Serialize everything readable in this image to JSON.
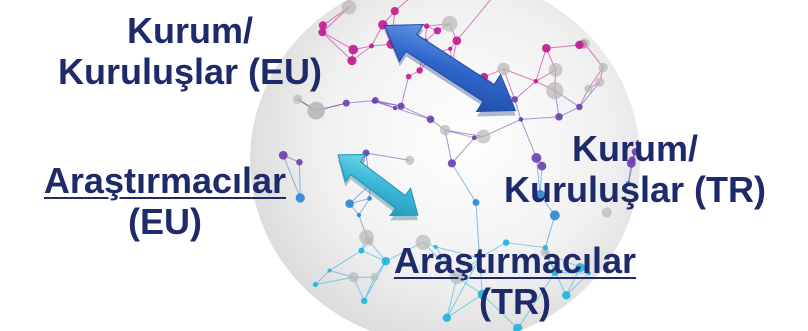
{
  "labels": {
    "institutions_eu": {
      "line1": "Kurum/",
      "line2": "Kuruluşlar (EU)"
    },
    "institutions_tr": {
      "line1": "Kurum/",
      "line2": "Kuruluşlar (TR)"
    },
    "researchers_eu": {
      "line1": "Araştırmacılar",
      "line2": "(EU)"
    },
    "researchers_tr": {
      "line1": "Araştırmacılar",
      "line2": "(TR)"
    }
  },
  "colors": {
    "text": "#1f2a6b",
    "arrow_dark": "#2f64c9",
    "arrow_light": "#39b7d6",
    "network_magenta": "#c2188f",
    "network_purple": "#6a3fb0",
    "network_blue": "#2a86d1",
    "network_cyan": "#1fb2e0",
    "network_gray": "#b8b8b8",
    "sphere_bg": "#ececec"
  },
  "icons": [
    "double-arrow-icon",
    "double-arrow-icon",
    "network-sphere-icon"
  ]
}
